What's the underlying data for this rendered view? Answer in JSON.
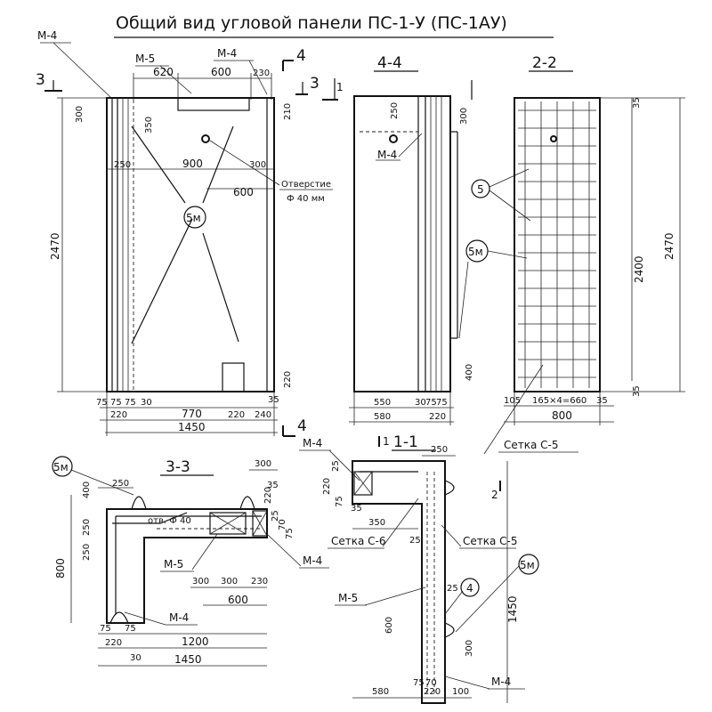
{
  "title": "Общий вид угловой панели ПС-1-У (ПС-1АУ)",
  "labels": {
    "view_4_4": "4-4",
    "view_2_2": "2-2",
    "view_3_3": "3-3",
    "view_1_1": "1-1",
    "cut3": "3",
    "cut4": "4",
    "cut2": "2",
    "cut1": "1",
    "m4": "М-4",
    "m5": "М-5",
    "opening_name": "Отверстие",
    "opening_size": "Ф 40 мм",
    "mark_5": "5",
    "mark_5m": "5м",
    "mark_4": "4",
    "mesh_c5": "Сетка С-5",
    "mesh_c6": "Сетка С-6",
    "hole": "отв. Ф 40"
  },
  "dims_main": {
    "d620": "620",
    "d600": "600",
    "d230": "230",
    "d300": "300",
    "d350": "350",
    "d210": "210",
    "d250": "250",
    "d900": "900",
    "d300b": "300",
    "d600b": "600",
    "h2470": "2470",
    "d220": "220",
    "d75a": "75",
    "d75b": "75",
    "d75c": "75",
    "d30": "30",
    "d220b": "220",
    "d770": "770",
    "d220c": "220",
    "d240": "240",
    "d35": "35",
    "d1450": "1450"
  },
  "dims_44": {
    "d250": "250",
    "d300": "300",
    "d400": "400",
    "d550": "550",
    "d30": "30",
    "d75": "75",
    "d75b": "75",
    "d580": "580",
    "d220": "220"
  },
  "dims_22": {
    "d35a": "35",
    "d2400": "2400",
    "h2470": "2470",
    "d105": "105",
    "d165x4": "165×4=660",
    "d35b": "35",
    "d800": "800",
    "d35c": "35"
  },
  "dims_33": {
    "d250": "250",
    "d400": "400",
    "d250b": "250",
    "d250c": "250",
    "d800": "800",
    "d300": "300",
    "d35": "35",
    "d220": "220",
    "d25": "25",
    "d70": "70",
    "d75": "75",
    "d300b": "300",
    "d300c": "300",
    "d230": "230",
    "d600": "600",
    "d75b": "75",
    "d75c": "75",
    "d220b": "220",
    "d1200": "1200",
    "d30": "30",
    "d1450": "1450"
  },
  "dims_11": {
    "d250": "250",
    "d25": "25",
    "d220": "220",
    "d75": "75",
    "d35": "35",
    "d350": "350",
    "d25b": "25",
    "d25c": "25",
    "d1450": "1450",
    "d600": "600",
    "d300": "300",
    "d580": "580",
    "d75b": "75",
    "d70": "70",
    "d220b": "220",
    "d100": "100"
  }
}
